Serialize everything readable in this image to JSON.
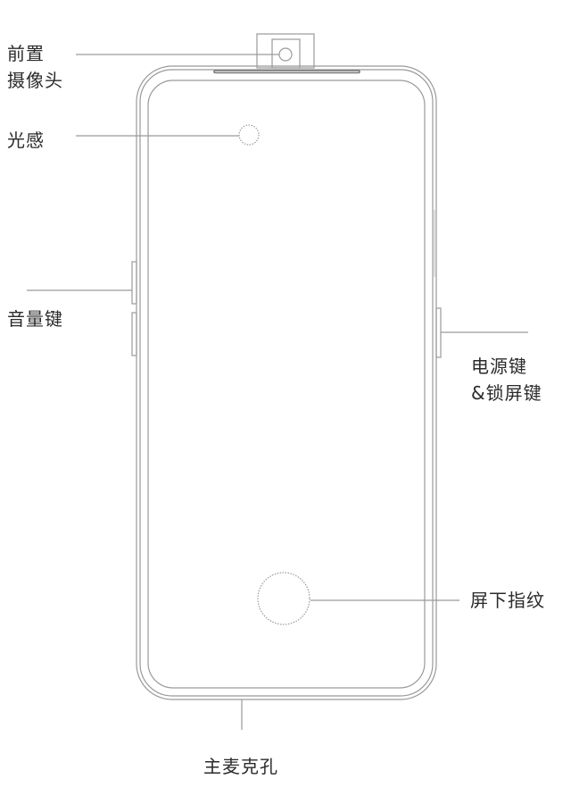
{
  "labels": {
    "front_camera_line1": "前置",
    "front_camera_line2": "摄像头",
    "light_sensor": "光感",
    "volume_key": "音量键",
    "power_key_line1": "电源键",
    "power_key_line2": "&锁屏键",
    "in_display_fingerprint": "屏下指纹",
    "main_mic": "主麦克孔"
  },
  "colors": {
    "line": "#9a9a9a",
    "text": "#2b2b2b"
  }
}
